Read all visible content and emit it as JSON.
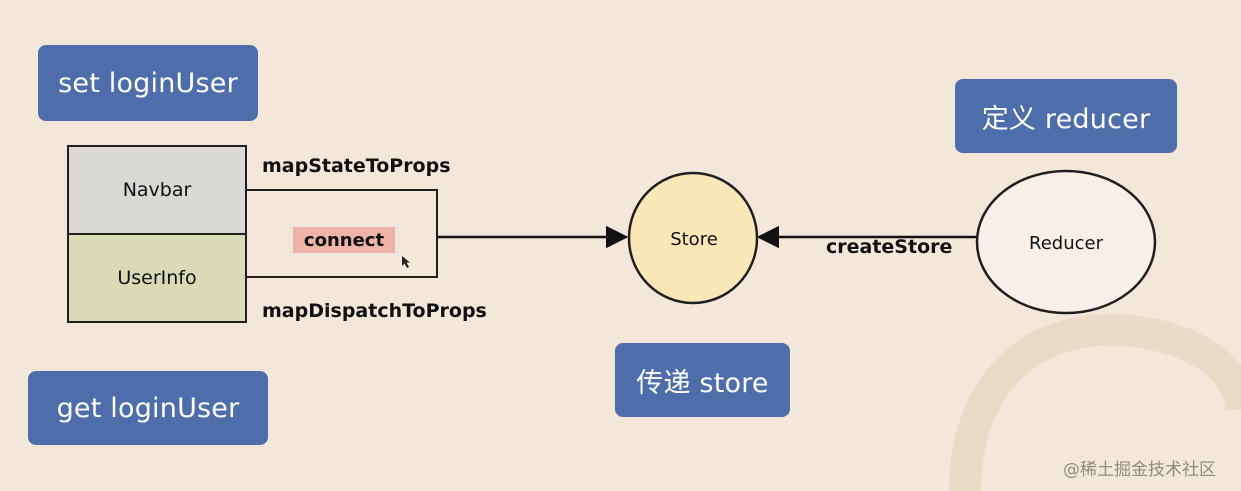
{
  "labels": {
    "set_login_user": "set loginUser",
    "get_login_user": "get loginUser",
    "define_reducer": "定义 reducer",
    "pass_store": "传递 store"
  },
  "components": {
    "navbar": "Navbar",
    "user_info": "UserInfo"
  },
  "edges": {
    "map_state": "mapStateToProps",
    "map_dispatch": "mapDispatchToProps",
    "connect": "connect",
    "create_store": "createStore"
  },
  "nodes": {
    "store": "Store",
    "reducer": "Reducer"
  },
  "colors": {
    "background": "#f3e7da",
    "label_fill": "#4d6dab",
    "navbar_fill": "#d9d8d4",
    "userinfo_fill": "#d8dbb6",
    "store_fill": "#fae7b8",
    "connect_fill": "#f0b3a8"
  },
  "watermark": "@稀土掘金技术社区"
}
